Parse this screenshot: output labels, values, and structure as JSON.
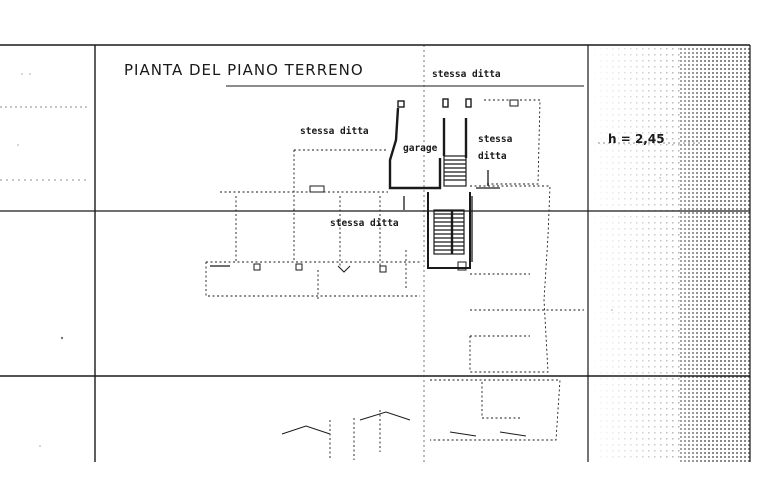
{
  "plan": {
    "title": "PIANTA  DEL  PIANO  TERRENO",
    "labels": {
      "same_company_top": "stessa ditta",
      "same_company_left": "stessa ditta",
      "garage": "garage",
      "same_company_right_1": "stessa",
      "same_company_right_2": "ditta",
      "same_company_middle": "stessa ditta"
    },
    "height_label": "h =  2,45"
  },
  "colors": {
    "ink": "#1a1a1a",
    "paper": "#ffffff",
    "screen_tone": "#9a9a9a"
  }
}
